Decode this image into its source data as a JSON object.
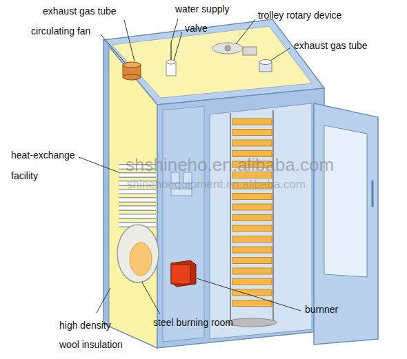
{
  "diagram": {
    "labels": [
      "exhaust gas tube",
      "water supply",
      "trolley rotary device",
      "circulating fan",
      "valve",
      "exhaust gas tube",
      "heat-exchange facility",
      "shshineho.en.alibaba.com",
      "shinehoequipment.en.alibaba.com",
      "burnner",
      "high density wool insulation",
      "steel burning room"
    ]
  }
}
